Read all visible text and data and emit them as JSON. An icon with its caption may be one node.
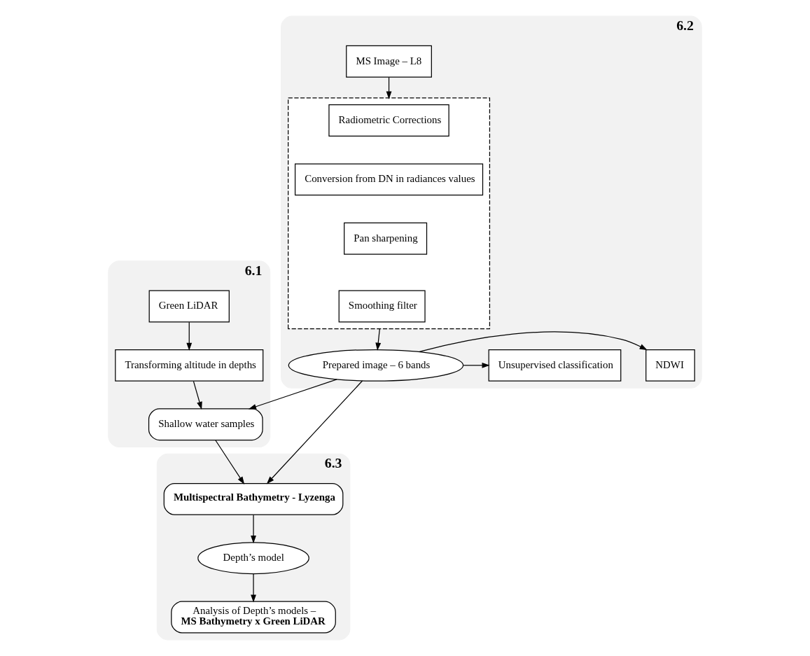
{
  "diagram": {
    "nodes": [
      {
        "text": [
          "6.1"
        ]
      },
      {
        "text": [
          "Green LiDAR"
        ],
        "in": 0
      },
      {
        "text": [
          "Transforming altitude in depths"
        ],
        "in": 0
      },
      {
        "text": [
          "Shallow water samples"
        ],
        "in": 0
      },
      {
        "text": [
          "6.2"
        ]
      },
      {
        "text": [
          "MS Image – L8"
        ],
        "in": 4
      },
      {
        "text": [],
        "shape": "box",
        "in": 4
      },
      {
        "text": [
          "Radiometric Corrections"
        ],
        "in": 6
      },
      {
        "text": [
          "Conversion from DN in radiances values"
        ],
        "in": 6
      },
      {
        "text": [
          "Pan sharpening"
        ],
        "in": 6
      },
      {
        "text": [
          "Smoothing filter"
        ],
        "in": 6
      },
      {
        "text": [
          "Prepared image – 6 bands"
        ],
        "in": 4
      },
      {
        "text": [
          "NDWI"
        ],
        "in": 4
      },
      {
        "text": [
          "Unsupervised classification"
        ],
        "in": 4
      },
      {
        "text": [
          "6.3"
        ]
      },
      {
        "text": [
          "Multispectral Bathymetry - Lyzenga"
        ],
        "in": 14
      },
      {
        "text": [
          "Depth’s model"
        ],
        "in": 14
      },
      {
        "text": [
          "Analysis of Depth’s models – **MS Bathymetry x Green LiDAR**"
        ],
        "in": 14
      }
    ],
    "edges": [
      {
        "from": 1,
        "to": 2,
        "arrow": "to"
      },
      {
        "from": 2,
        "to": 3,
        "arrow": "to"
      },
      {
        "from": 3,
        "to": 15,
        "arrow": "to"
      },
      {
        "from": 5,
        "to": 6,
        "arrow": "to"
      },
      {
        "from": 6,
        "to": 11,
        "arrow": "to"
      },
      {
        "from": 11,
        "to": 15,
        "arrow": "to"
      },
      {
        "from": 11,
        "to": 3,
        "arrow": "to"
      },
      {
        "from": 11,
        "to": 12,
        "arrow": "to"
      },
      {
        "from": 11,
        "to": 13,
        "arrow": "to"
      },
      {
        "from": 15,
        "to": 16,
        "arrow": "to"
      },
      {
        "from": 16,
        "to": 17,
        "arrow": "to"
      }
    ]
  }
}
